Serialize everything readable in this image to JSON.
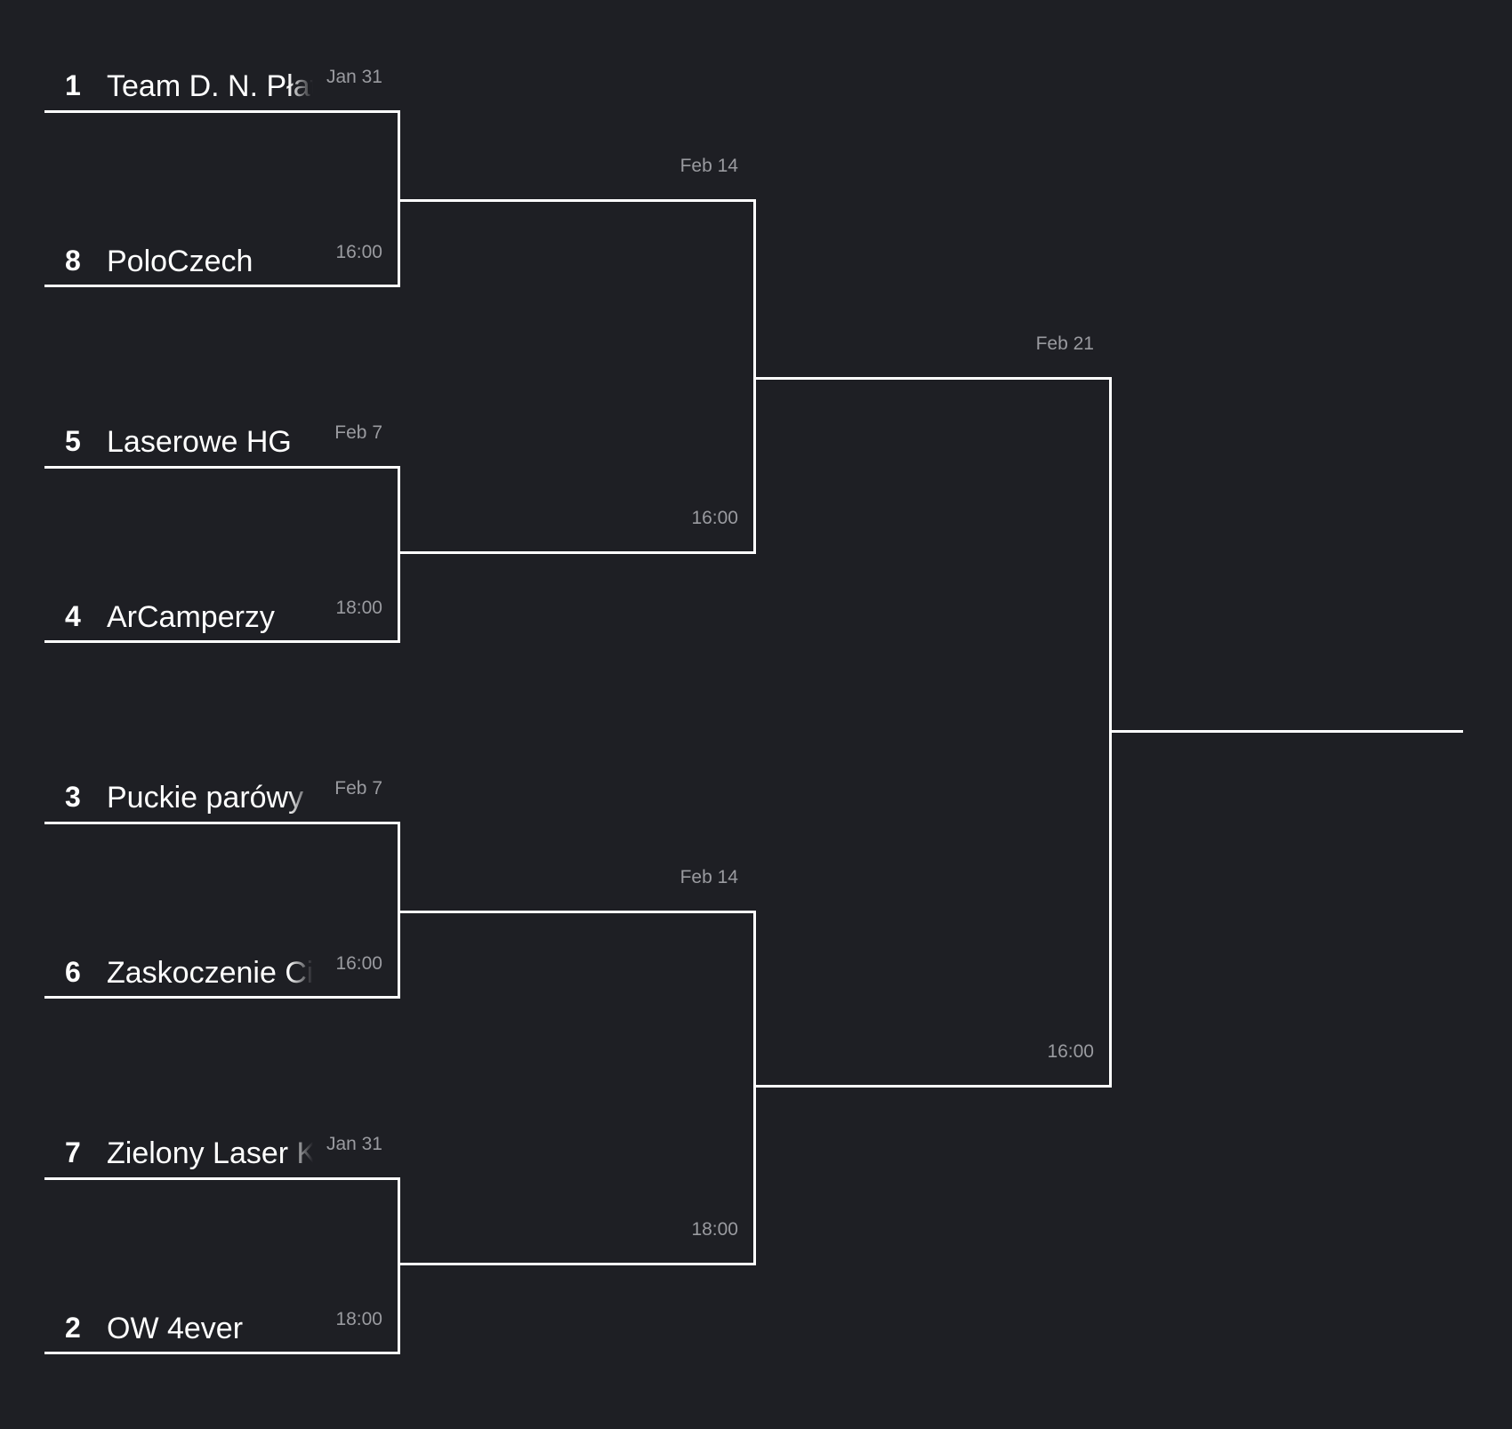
{
  "bracket": {
    "round1": {
      "matches": [
        {
          "date": "Jan 31",
          "time": "16:00",
          "top": {
            "seed": "1",
            "team": "Team D. N. Płato"
          },
          "bottom": {
            "seed": "8",
            "team": "PoloCzech"
          }
        },
        {
          "date": "Feb 7",
          "time": "18:00",
          "top": {
            "seed": "5",
            "team": "Laserowe HG"
          },
          "bottom": {
            "seed": "4",
            "team": "ArCamperzy"
          }
        },
        {
          "date": "Feb 7",
          "time": "16:00",
          "top": {
            "seed": "3",
            "team": "Puckie parówy"
          },
          "bottom": {
            "seed": "6",
            "team": "Zaskoczenie Cię"
          }
        },
        {
          "date": "Jan 31",
          "time": "18:00",
          "top": {
            "seed": "7",
            "team": "Zielony Laser Ko"
          },
          "bottom": {
            "seed": "2",
            "team": "OW 4ever"
          }
        }
      ]
    },
    "semifinals": {
      "matches": [
        {
          "date": "Feb 14",
          "time": "16:00"
        },
        {
          "date": "Feb 14",
          "time": "18:00"
        }
      ]
    },
    "final": {
      "date": "Feb 21",
      "time": "16:00"
    }
  }
}
